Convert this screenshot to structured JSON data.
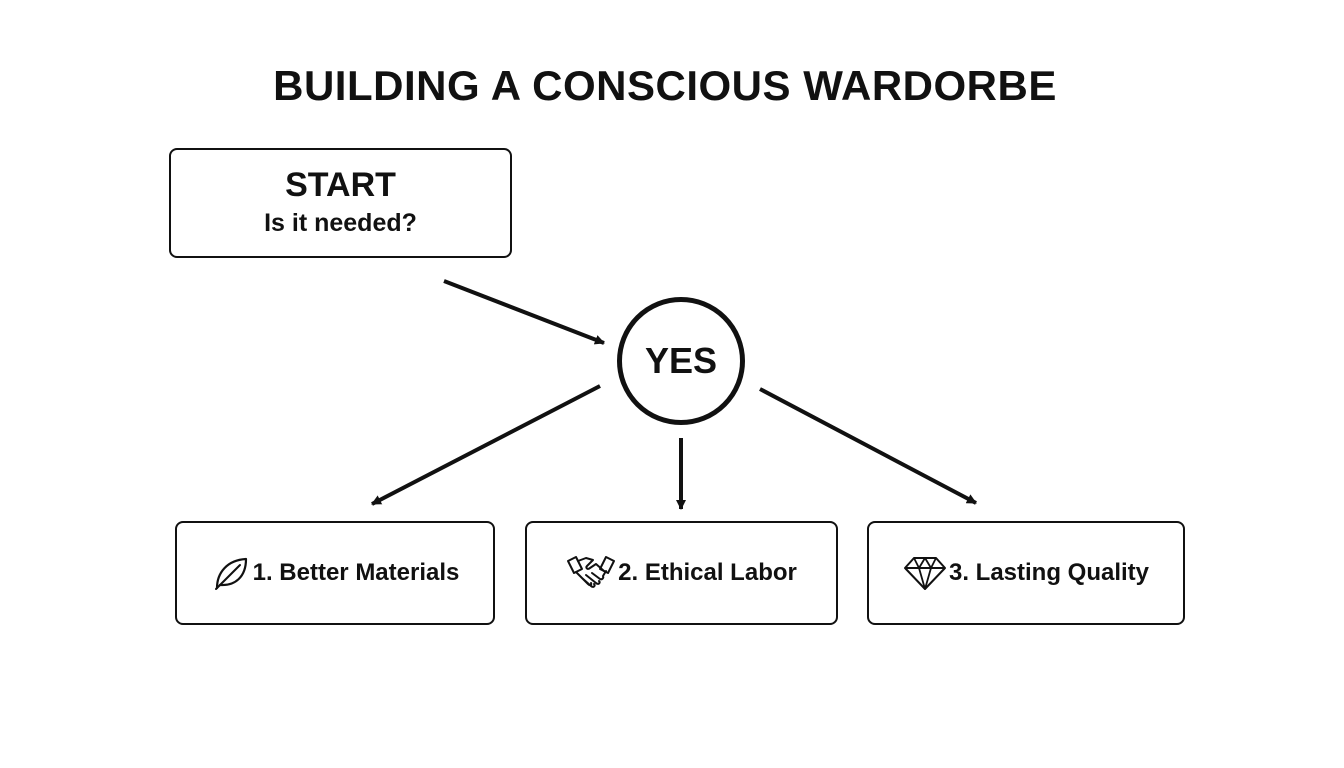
{
  "title": "BUILDING A CONSCIOUS WARDORBE",
  "start": {
    "heading": "START",
    "question": "Is it needed?"
  },
  "decision": {
    "label": "YES"
  },
  "criteria": [
    {
      "label": "1. Better Materials",
      "icon": "leaf-icon"
    },
    {
      "label": "2. Ethical Labor",
      "icon": "handshake-icon"
    },
    {
      "label": "3. Lasting Quality",
      "icon": "diamond-icon"
    }
  ],
  "colors": {
    "ink": "#111111",
    "background": "#ffffff"
  }
}
